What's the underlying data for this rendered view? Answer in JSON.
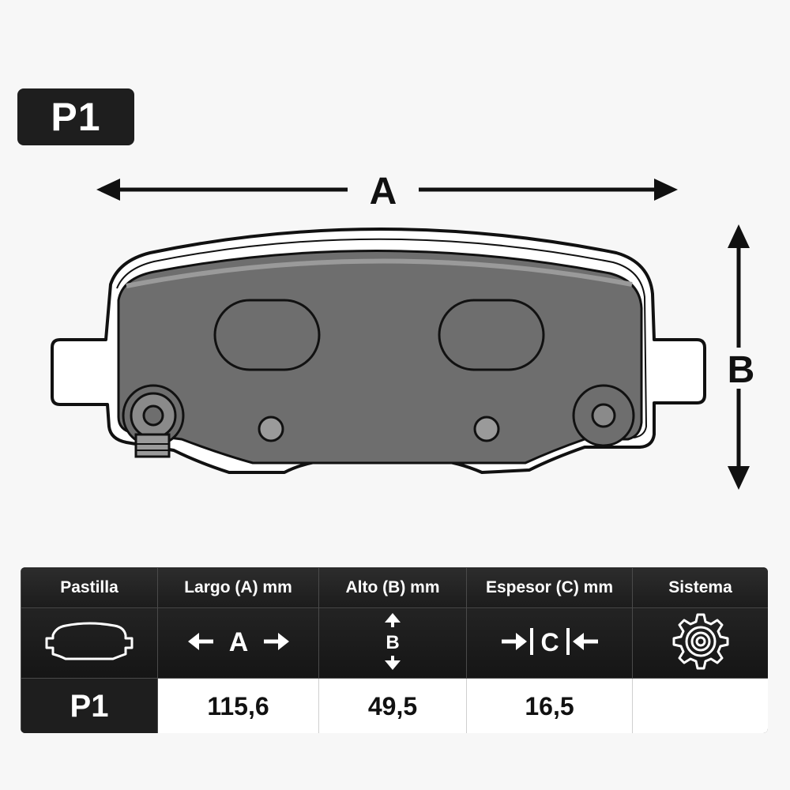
{
  "badge": "P1",
  "dimensions": {
    "a": "A",
    "b": "B"
  },
  "table": {
    "headers": [
      "Pastilla",
      "Largo (A) mm",
      "Alto (B) mm",
      "Espesor (C) mm",
      "Sistema"
    ],
    "icons": {
      "largo": "A",
      "alto": "B",
      "espesor": "C"
    },
    "row": {
      "pastilla": "P1",
      "largo": "115,6",
      "alto": "49,5",
      "espesor": "16,5",
      "sistema": ""
    }
  }
}
